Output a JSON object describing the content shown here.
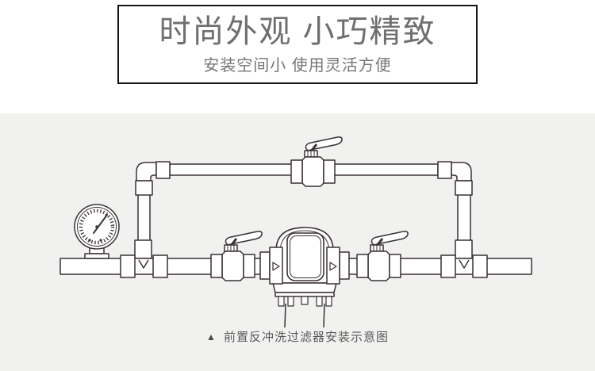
{
  "header": {
    "title": "时尚外观 小巧精致",
    "subtitle": "安装空间小 使用灵活方便"
  },
  "figure": {
    "marker": "▲",
    "caption": "前置反冲洗过滤器安装示意图",
    "components": [
      "pressure-gauge",
      "upper-bypass-pipe",
      "ball-valve-top",
      "ball-valve-left",
      "ball-valve-right",
      "backwash-prefilter-device",
      "main-water-pipe"
    ]
  },
  "colors": {
    "line": "#3a3135",
    "panel_bg": "#f1f1f0",
    "title_border": "#141414",
    "title_text": "#6f6f6f",
    "subtitle_text": "#757575",
    "caption_text": "#5a5a5a"
  }
}
